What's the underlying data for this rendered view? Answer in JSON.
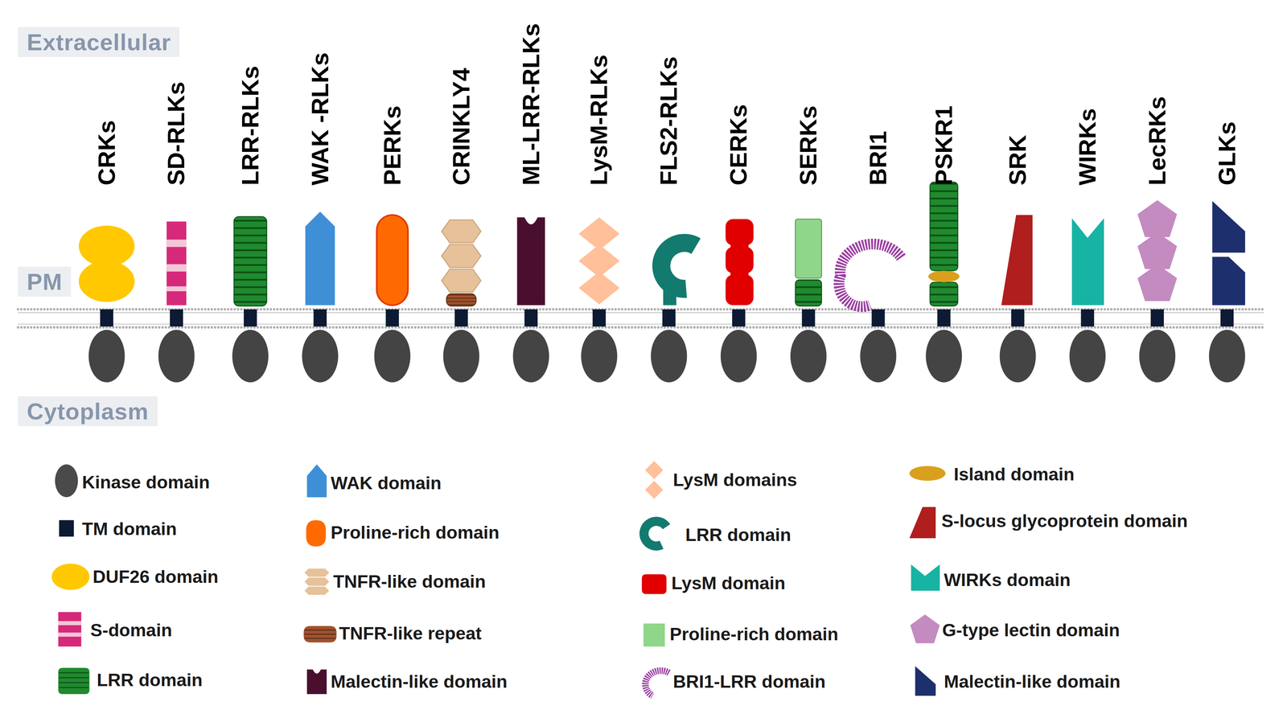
{
  "diagram": {
    "nodes": [
      {
        "text": [
          "Extracellular"
        ]
      },
      {
        "text": [
          "PM"
        ]
      },
      {
        "text": [
          "Cytoplasm"
        ]
      }
    ],
    "labels": [
      "CRKs",
      "SD-RLKs",
      "LRR-RLKs",
      "WAK -RLKs",
      "PERKs",
      "CRINKLY4",
      "ML-LRR-RLKs",
      "LysM-RLKs",
      "FLS2-RLKs",
      "CERKs",
      "SERKs",
      "BRI1",
      "PSKR1",
      "SRK",
      "WIRKs",
      "LecRKs",
      "GLKs"
    ],
    "legend": [
      {
        "text": "Kinase domain",
        "color": "#4a4a4a"
      },
      {
        "text": "TM domain",
        "color": "#0d1a33"
      },
      {
        "text": "DUF26 domain",
        "color": "#ffc800"
      },
      {
        "text": "S-domain",
        "color": "#d6297a"
      },
      {
        "text": "LRR domain",
        "color": "#1f8a2e"
      },
      {
        "text": "WAK domain",
        "color": "#3f8fd6"
      },
      {
        "text": "Proline-rich domain",
        "color": "#ff6a00"
      },
      {
        "text": "TNFR-like domain",
        "color": "#e6c19a"
      },
      {
        "text": "TNFR-like repeat",
        "color": "#a0522d"
      },
      {
        "text": "Malectin-like domain",
        "color": "#4a0f2e"
      },
      {
        "text": "LysM domains",
        "color": "#ffc09a"
      },
      {
        "text": "LRR domain",
        "color": "#137a70"
      },
      {
        "text": "LysM domain",
        "color": "#e00000"
      },
      {
        "text": "Proline-rich domain",
        "color": "#8fd68a"
      },
      {
        "text": "BRI1-LRR domain",
        "color": "#9a3fa0"
      },
      {
        "text": "Island domain",
        "color": "#d9a01e"
      },
      {
        "text": "S-locus glycoprotein domain",
        "color": "#b01e1e"
      },
      {
        "text": "WIRKs domain",
        "color": "#17b3a3"
      },
      {
        "text": "G-type lectin domain",
        "color": "#c48bc0"
      },
      {
        "text": "Malectin-like domain",
        "color": "#1e2f6e"
      }
    ]
  }
}
